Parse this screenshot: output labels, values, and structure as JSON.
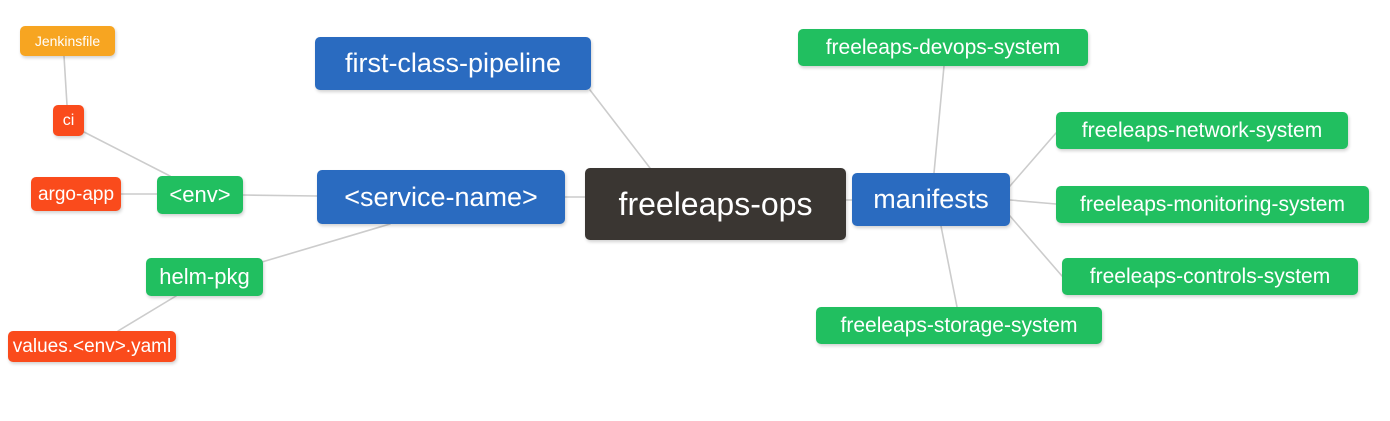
{
  "mindmap": {
    "root_label": "freeleaps-ops",
    "line_color": "#CCCCCC",
    "palette": {
      "branch_blue": "#2A6BC0",
      "leaf_green": "#21BF60",
      "leaf_red": "#FA4B1C",
      "leaf_amber": "#F7A521",
      "root_dark": "#3A3632",
      "text": "#FFFFFF"
    },
    "nodes": {
      "jenkinsfile": {
        "label": "Jenkinsfile",
        "color": "#F7A521"
      },
      "ci": {
        "label": "ci",
        "color": "#FA4B1C"
      },
      "argo_app": {
        "label": "argo-app",
        "color": "#FA4B1C"
      },
      "env": {
        "label": "<env>",
        "color": "#21BF60"
      },
      "helm_pkg": {
        "label": "helm-pkg",
        "color": "#21BF60"
      },
      "values_env_yaml": {
        "label": "values.<env>.yaml",
        "color": "#FA4B1C"
      },
      "first_class_pipeline": {
        "label": "first-class-pipeline",
        "color": "#2A6BC0"
      },
      "service_name": {
        "label": "<service-name>",
        "color": "#2A6BC0"
      },
      "freeleaps_ops": {
        "label": "freeleaps-ops",
        "color": "#3A3632"
      },
      "manifests": {
        "label": "manifests",
        "color": "#2A6BC0"
      },
      "devops_system": {
        "label": "freeleaps-devops-system",
        "color": "#21BF60"
      },
      "network_system": {
        "label": "freeleaps-network-system",
        "color": "#21BF60"
      },
      "monitoring_system": {
        "label": "freeleaps-monitoring-system",
        "color": "#21BF60"
      },
      "controls_system": {
        "label": "freeleaps-controls-system",
        "color": "#21BF60"
      },
      "storage_system": {
        "label": "freeleaps-storage-system",
        "color": "#21BF60"
      }
    },
    "edges": [
      {
        "from": "ci",
        "to": "jenkinsfile"
      },
      {
        "from": "env",
        "to": "ci"
      },
      {
        "from": "env",
        "to": "argo_app"
      },
      {
        "from": "service_name",
        "to": "env"
      },
      {
        "from": "service_name",
        "to": "helm_pkg"
      },
      {
        "from": "helm_pkg",
        "to": "values_env_yaml"
      },
      {
        "from": "freeleaps_ops",
        "to": "first_class_pipeline"
      },
      {
        "from": "freeleaps_ops",
        "to": "service_name"
      },
      {
        "from": "freeleaps_ops",
        "to": "manifests"
      },
      {
        "from": "manifests",
        "to": "devops_system"
      },
      {
        "from": "manifests",
        "to": "network_system"
      },
      {
        "from": "manifests",
        "to": "monitoring_system"
      },
      {
        "from": "manifests",
        "to": "controls_system"
      },
      {
        "from": "manifests",
        "to": "storage_system"
      }
    ]
  }
}
